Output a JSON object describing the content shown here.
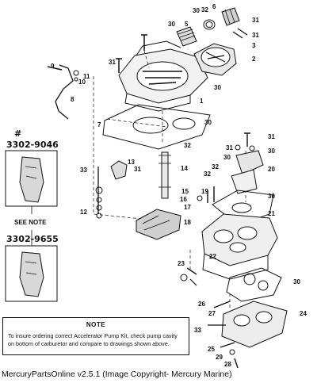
{
  "diagram": {
    "part_numbers": [
      "3302-9046",
      "3302-9655"
    ],
    "hash_mark": "#",
    "see_note": "SEE NOTE",
    "callouts": [
      "1",
      "2",
      "3",
      "5",
      "6",
      "7",
      "8",
      "9",
      "10",
      "11",
      "12",
      "13",
      "14",
      "15",
      "16",
      "17",
      "18",
      "19",
      "20",
      "21",
      "22",
      "23",
      "24",
      "25",
      "26",
      "27",
      "28",
      "29",
      "30",
      "31",
      "32",
      "33"
    ],
    "note": {
      "title": "NOTE",
      "text": "To insure ordering correct Accelerator Pump Kit, check pump cavity on bottom of carburetor and compare to drawings shown above."
    },
    "footer": "MercuryPartsOnline v2.5.1 (Image Copyright- Mercury Marine)"
  }
}
